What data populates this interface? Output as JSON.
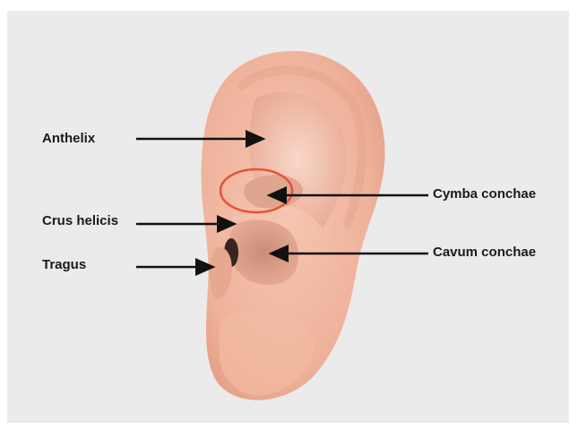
{
  "labels": {
    "anthelix": "Anthelix",
    "crus_helicis": "Crus helicis",
    "tragus": "Tragus",
    "cymba_conchae": "Cymba conchae",
    "cavum_conchae": "Cavum conchae"
  },
  "colors": {
    "background": "#ebebeb",
    "skin": "#f2b49d",
    "highlight_circle": "#e5533a",
    "arrow": "#111111"
  }
}
